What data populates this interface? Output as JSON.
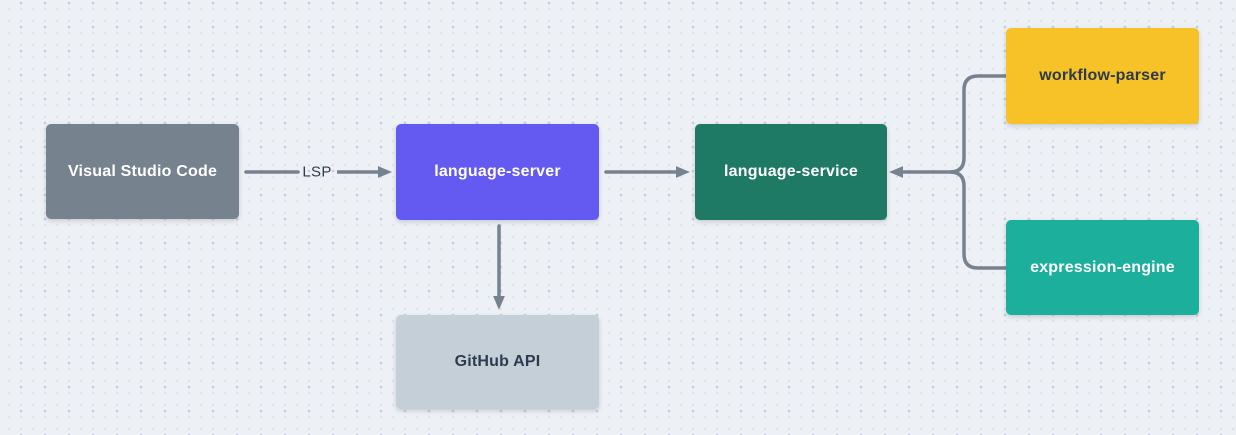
{
  "diagram": {
    "background": {
      "base": "#edf0f4",
      "dot_light": "#dde2eb",
      "dot_dark": "#c6cddf"
    },
    "arrow_color": "#76828f",
    "edge_label_color": "#2e3c4e",
    "nodes": {
      "vscode": {
        "label": "Visual Studio Code",
        "bg": "#76828e",
        "text": "#ffffff"
      },
      "language_server": {
        "label": "language-server",
        "bg": "#6459f0",
        "text": "#ffffff"
      },
      "language_service": {
        "label": "language-service",
        "bg": "#1e7a64",
        "text": "#ffffff"
      },
      "workflow_parser": {
        "label": "workflow-parser",
        "bg": "#f6c228",
        "text": "#2c3b4e"
      },
      "expression_engine": {
        "label": "expression-engine",
        "bg": "#1caf9b",
        "text": "#ffffff"
      },
      "github_api": {
        "label": "GitHub API",
        "bg": "#c5cfd8",
        "text": "#2c3b4e"
      }
    },
    "edges": [
      {
        "from": "vscode",
        "to": "language_server",
        "label": "LSP"
      },
      {
        "from": "language_server",
        "to": "language_service",
        "label": ""
      },
      {
        "from": "language_server",
        "to": "github_api",
        "label": ""
      },
      {
        "from": "workflow_parser",
        "to": "language_service",
        "label": ""
      },
      {
        "from": "expression_engine",
        "to": "language_service",
        "label": ""
      }
    ]
  }
}
